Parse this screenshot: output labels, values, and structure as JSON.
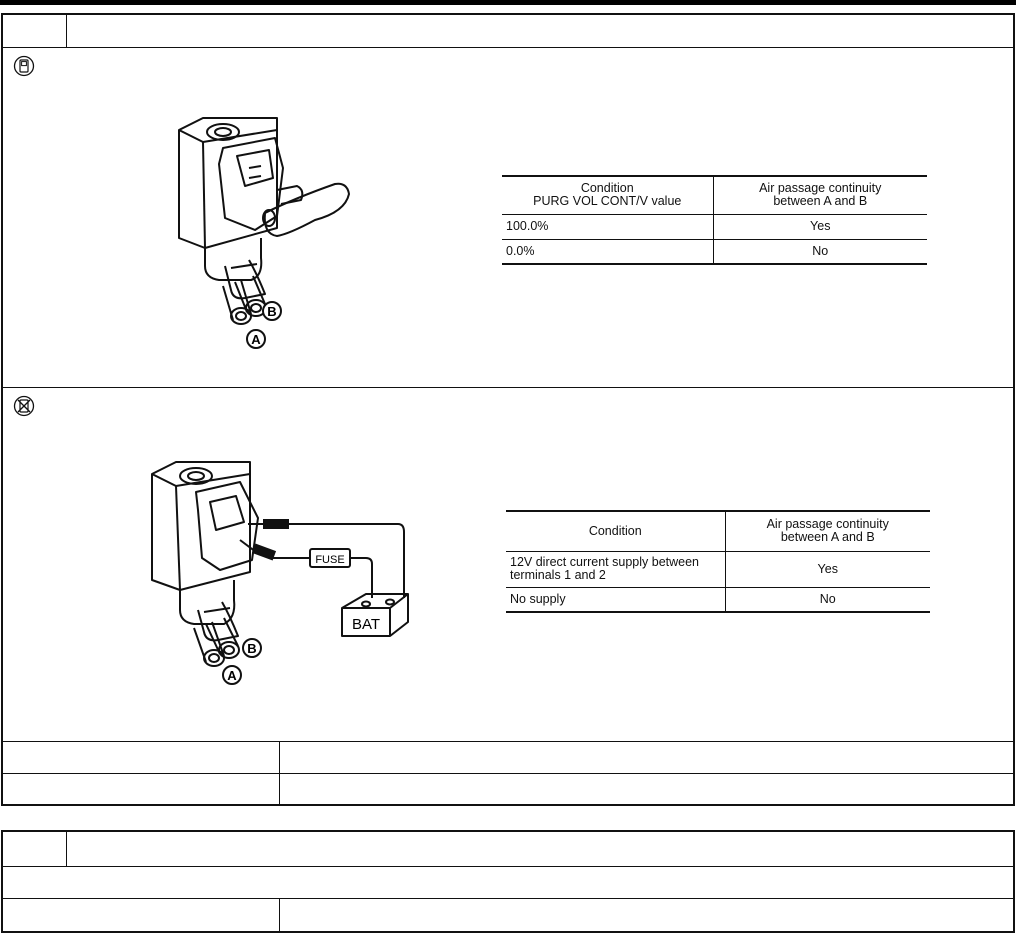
{
  "section1": {
    "table": {
      "headers": [
        "Condition\nPURG VOL CONT/V value",
        "Air passage continuity\nbetween A and B"
      ],
      "rows": [
        [
          "100.0%",
          "Yes"
        ],
        [
          "0.0%",
          "No"
        ]
      ]
    },
    "figure": {
      "port_a": "A",
      "port_b": "B",
      "icon": "ignition-on-icon"
    }
  },
  "section2": {
    "table": {
      "headers": [
        "Condition",
        "Air passage continuity\nbetween A and B"
      ],
      "rows": [
        [
          "12V direct current supply between\nterminals 1 and 2",
          "Yes"
        ],
        [
          "No supply",
          "No"
        ]
      ]
    },
    "figure": {
      "port_a": "A",
      "port_b": "B",
      "fuse_label": "FUSE",
      "battery_label": "BAT",
      "icon": "ignition-off-icon"
    }
  }
}
